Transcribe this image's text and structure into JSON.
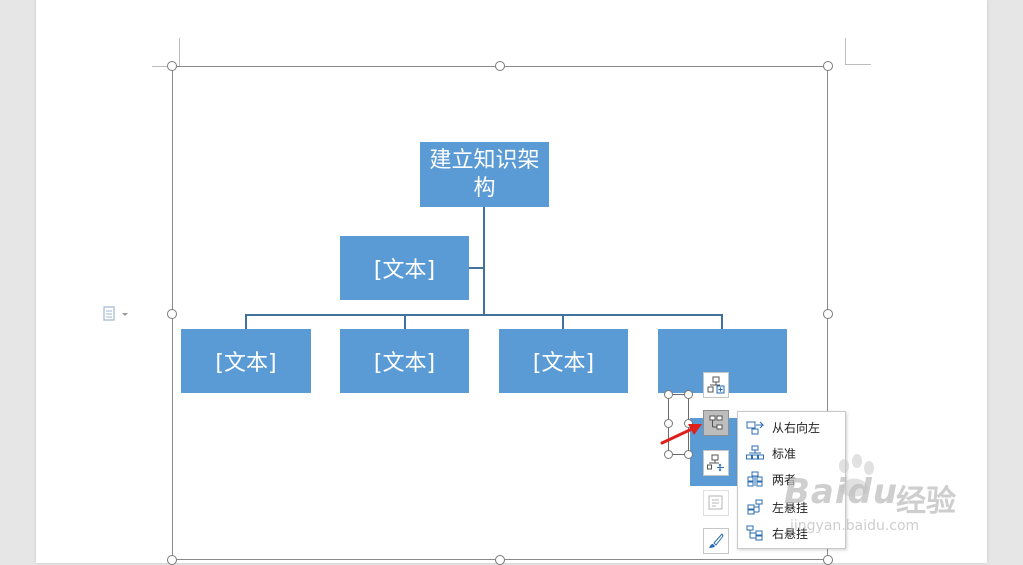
{
  "smartart": {
    "root_label": "建立知识架构",
    "assistant_label": "[文本]",
    "children": [
      "[文本]",
      "[文本]",
      "[文本]",
      ""
    ]
  },
  "layout_menu": {
    "items": [
      {
        "label": "从右向左",
        "icon": "right-to-left-icon"
      },
      {
        "label": "标准",
        "icon": "standard-layout-icon"
      },
      {
        "label": "两者",
        "icon": "both-layout-icon"
      },
      {
        "label": "左悬挂",
        "icon": "left-hanging-icon"
      },
      {
        "label": "右悬挂",
        "icon": "right-hanging-icon"
      }
    ]
  },
  "side_toolbar": [
    "add-shape-icon",
    "layout-icon",
    "move-shape-icon",
    "text-pane-icon",
    "style-brush-icon"
  ],
  "watermark": {
    "brand": "Baidu",
    "sub": "经验",
    "url": "jingyan.baidu.com"
  },
  "colors": {
    "shape_fill": "#5b9bd5",
    "connector": "#41719c",
    "arrow": "#e0201b"
  }
}
